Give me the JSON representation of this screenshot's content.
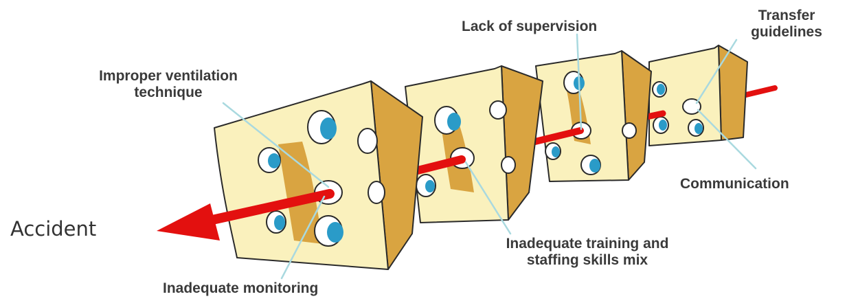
{
  "labels": {
    "accident": "Accident",
    "improper_ventilation": [
      "Improper ventilation",
      "technique"
    ],
    "lack_of_supervision": "Lack of supervision",
    "transfer_guidelines": [
      "Transfer",
      "guidelines"
    ],
    "communication": "Communication",
    "inadequate_training": [
      "Inadequate training and",
      "staffing skills mix"
    ],
    "inadequate_monitoring": "Inadequate monitoring"
  },
  "colors": {
    "cheese_face": "#faf1bd",
    "cheese_side": "#d9a441",
    "cheese_outline": "#2a2a2a",
    "hole_fill": "#2a9bc8",
    "arrow": "#e3100f",
    "leader": "#a9d9df"
  }
}
